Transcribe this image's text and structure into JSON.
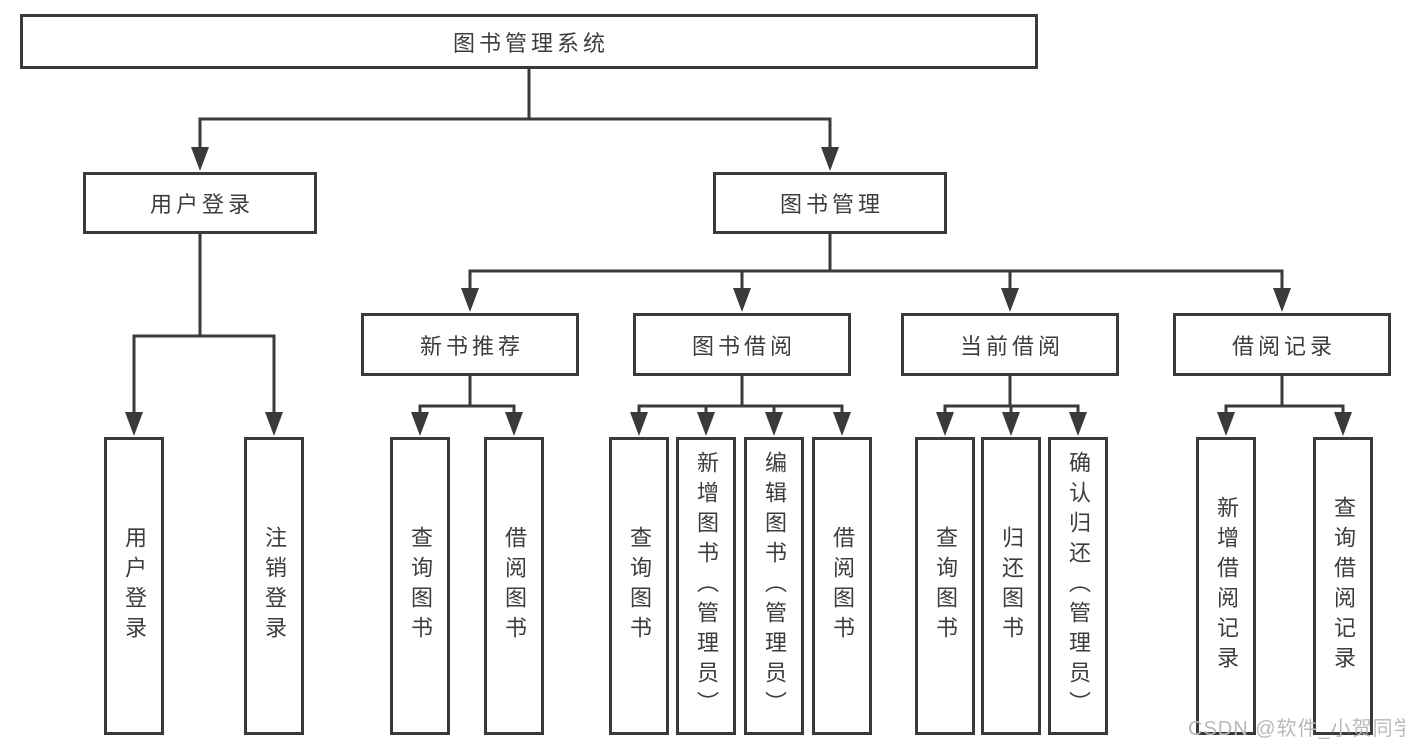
{
  "title": "图书管理系统",
  "watermark": "CSDN @软件_小贺同学",
  "colors": {
    "line": "#3a3a3a",
    "box_border": "#3a3a3a",
    "text": "#3d3d3d",
    "background": "#ffffff",
    "watermark": "#b9b9b9"
  },
  "nodes": {
    "root": "图书管理系统",
    "l2": [
      "用户登录",
      "图书管理"
    ],
    "l3": [
      "新书推荐",
      "图书借阅",
      "当前借阅",
      "借阅记录"
    ],
    "leaves": [
      "用户登录",
      "注销登录",
      "查询图书",
      "借阅图书",
      "查询图书",
      "新增图书（管理员）",
      "编辑图书（管理员）",
      "借阅图书",
      "查询图书",
      "归还图书",
      "确认归还（管理员）",
      "新增借阅记录",
      "查询借阅记录"
    ]
  },
  "hierarchy": {
    "图书管理系统": {
      "用户登录": [
        "用户登录",
        "注销登录"
      ],
      "图书管理": {
        "新书推荐": [
          "查询图书",
          "借阅图书"
        ],
        "图书借阅": [
          "查询图书",
          "新增图书（管理员）",
          "编辑图书（管理员）",
          "借阅图书"
        ],
        "当前借阅": [
          "查询图书",
          "归还图书",
          "确认归还（管理员）"
        ],
        "借阅记录": [
          "新增借阅记录",
          "查询借阅记录"
        ]
      }
    }
  }
}
